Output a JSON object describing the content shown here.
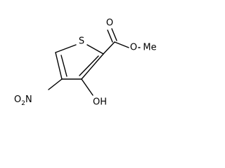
{
  "molecule": {
    "ring_atom": "S",
    "ester_carbonyl_oxygen": "O",
    "ester_oxygen": "O",
    "methyl": "Me",
    "hydroxyl": "OH",
    "nitro_prefix": "O",
    "nitro_subscript": "2",
    "nitro_n": "N"
  }
}
